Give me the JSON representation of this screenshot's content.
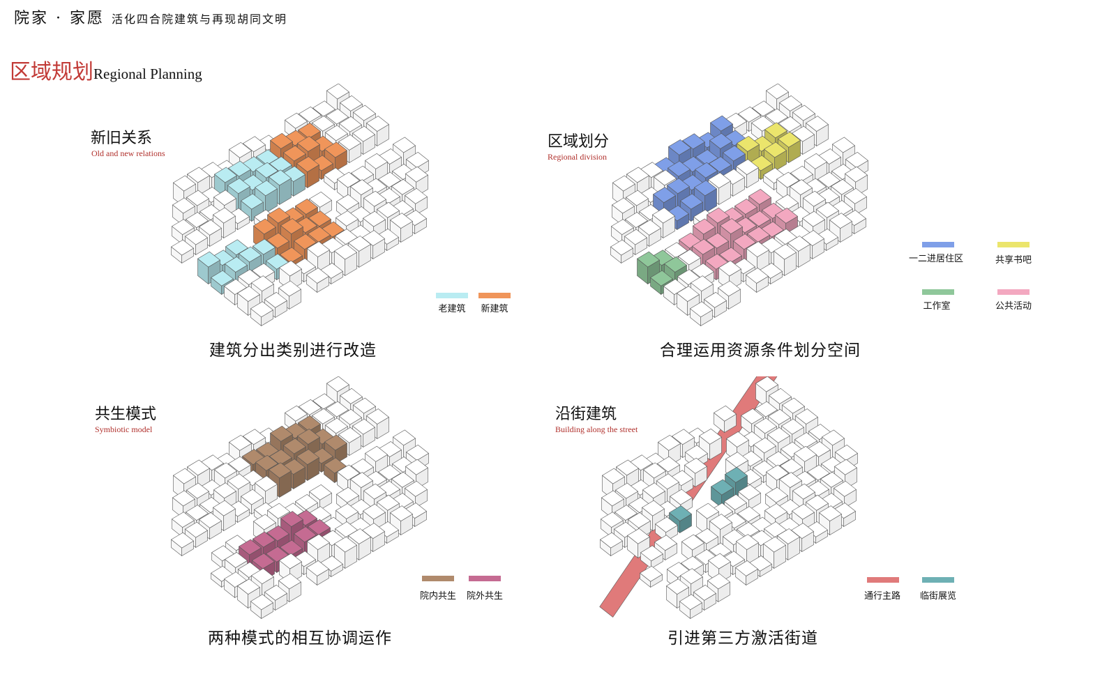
{
  "header": {
    "title": "院家 · 家愿",
    "subtitle": "活化四合院建筑与再现胡同文明"
  },
  "section": {
    "title_cn": "区域规划",
    "title_en": "Regional Planning"
  },
  "panels": [
    {
      "title": "新旧关系",
      "subtitle": "Old and new relations",
      "caption": "建筑分出类别进行改造",
      "legend": [
        {
          "label": "老建筑",
          "color": "#b9ecf2"
        },
        {
          "label": "新建筑",
          "color": "#f0955a"
        }
      ]
    },
    {
      "title": "区域划分",
      "subtitle": "Regional division",
      "caption": "合理运用资源条件划分空间",
      "legend": [
        {
          "label": "一二进居住区",
          "color": "#7f9fe8"
        },
        {
          "label": "共享书吧",
          "color": "#ebe56c"
        },
        {
          "label": "工作室",
          "color": "#8fc79a"
        },
        {
          "label": "公共活动",
          "color": "#f3a8c0"
        }
      ]
    },
    {
      "title": "共生模式",
      "subtitle": "Symbiotic model",
      "caption": "两种模式的相互协调运作",
      "legend": [
        {
          "label": "院内共生",
          "color": "#b08a6c"
        },
        {
          "label": "院外共生",
          "color": "#c56b92"
        }
      ]
    },
    {
      "title": "沿街建筑",
      "subtitle": "Building  along the street",
      "caption": "引进第三方激活街道",
      "legend": [
        {
          "label": "通行主路",
          "color": "#e07a7a"
        },
        {
          "label": "临街展览",
          "color": "#6eb0b4"
        }
      ]
    }
  ]
}
